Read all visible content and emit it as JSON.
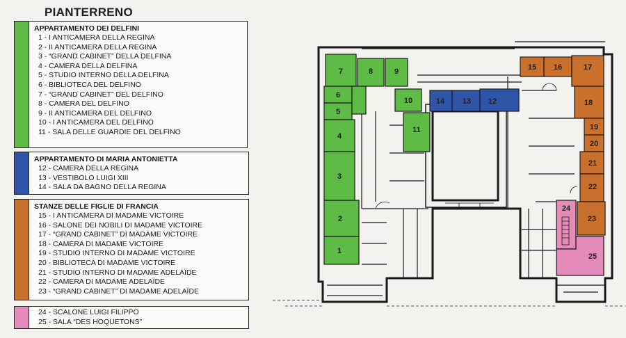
{
  "title": "PIANTERRENO",
  "colors": {
    "green": "#5dbb46",
    "blue": "#2f55a8",
    "orange": "#c8702c",
    "pink": "#e58bb9",
    "wall": "#1a1a1a"
  },
  "legend": [
    {
      "heading": "APPARTAMENTO DEI DELFINI",
      "color": "#5dbb46",
      "items": [
        "1 - I ANTICAMERA DELLA REGINA",
        "2 - II ANTICAMERA DELLA REGINA",
        "3 - “GRAND CABINET” DELLA DELFINA",
        "4 - CAMERA DELLA DELFINA",
        "5 - STUDIO INTERNO DELLA DELFINA",
        "6 - BIBLIOTECA DEL DELFINO",
        "7 - “GRAND CABINET” DEL DELFINO",
        "8 - CAMERA DEL DELFINO",
        "9 - II ANTICAMERA DEL DELFINO",
        "10 - I ANTICAMERA DEL DELFINO",
        "11 - SALA DELLE GUARDIE DEL DELFINO"
      ]
    },
    {
      "heading": "APPARTAMENTO DI MARIA ANTONIETTA",
      "color": "#2f55a8",
      "items": [
        "12 - CAMERA DELLA REGINA",
        "13 - VESTIBOLO LUIGI XIII",
        "14 - SALA DA BAGNO DELLA REGINA"
      ]
    },
    {
      "heading": "STANZE DELLE FIGLIE DI FRANCIA",
      "color": "#c8702c",
      "items": [
        "15 - I ANTICAMERA DI MADAME VICTOIRE",
        "16 - SALONE DEI NOBILI DI MADAME VICTOIRE",
        "17 - “GRAND CABINET” DI MADAME VICTOIRE",
        "18 - CAMERA DI MADAME VICTOIRE",
        "19 - STUDIO INTERNO DI MADAME VICTOIRE",
        "20 - BIBLIOTECA DI MADAME VICTOIRE",
        "21 - STUDIO INTERNO DI MADAME ADELAÏDE",
        "22 - CAMERA DI MADAME ADELAÏDE",
        "23 - “GRAND CABINET” DI MADAME ADELAÏDE"
      ]
    },
    {
      "heading": "",
      "color": "#e58bb9",
      "items": [
        "24 - SCALONE LUIGI FILIPPO",
        "25 - SALA “DES HOQUETONS”"
      ]
    }
  ],
  "rooms": [
    "1",
    "2",
    "3",
    "4",
    "5",
    "6",
    "7",
    "8",
    "9",
    "10",
    "11",
    "12",
    "13",
    "14",
    "15",
    "16",
    "17",
    "18",
    "19",
    "20",
    "21",
    "22",
    "23",
    "24",
    "25"
  ]
}
